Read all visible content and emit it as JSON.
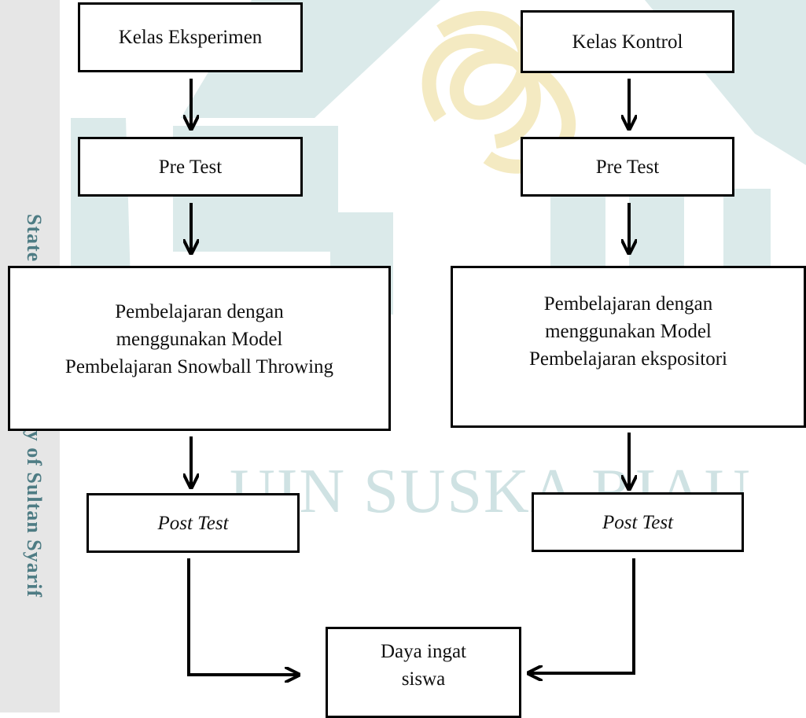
{
  "sidebar": {
    "text": "State Islamic University of Sultan Syarif"
  },
  "watermark": {
    "text": "UIN SUSKA RIAU"
  },
  "diagram": {
    "left": {
      "class_box": "Kelas Eksperimen",
      "pretest_box": "Pre Test",
      "method_box": {
        "line1": "Pembelajaran dengan",
        "line2": "menggunakan Model",
        "line3": "Pembelajaran Snowball Throwing"
      },
      "posttest_box": "Post Test"
    },
    "right": {
      "class_box": "Kelas Kontrol",
      "pretest_box": "Pre Test",
      "method_box": {
        "line1": "Pembelajaran dengan",
        "line2": "menggunakan Model",
        "line3": "Pembelajaran ekspositori"
      },
      "posttest_box": "Post Test"
    },
    "result_box": {
      "line1": "Daya ingat",
      "line2": "siswa"
    }
  },
  "colors": {
    "sidebar_bg": "#e6e6e6",
    "sidebar_text": "#4e7c84",
    "watermark_teal": "#dbeaea",
    "watermark_gold": "#f7f0d2"
  }
}
